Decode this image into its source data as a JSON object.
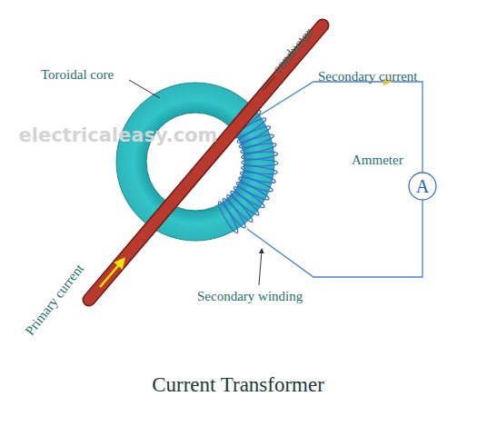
{
  "diagram": {
    "caption": "Current Transformer",
    "nodes": [
      {
        "text": [
          "A"
        ]
      }
    ],
    "labels": [
      "Toroidal core",
      "conductor",
      "Secondary current",
      "Ammeter",
      "electricaleasy.com",
      "Primary current",
      "Secondary winding"
    ]
  }
}
